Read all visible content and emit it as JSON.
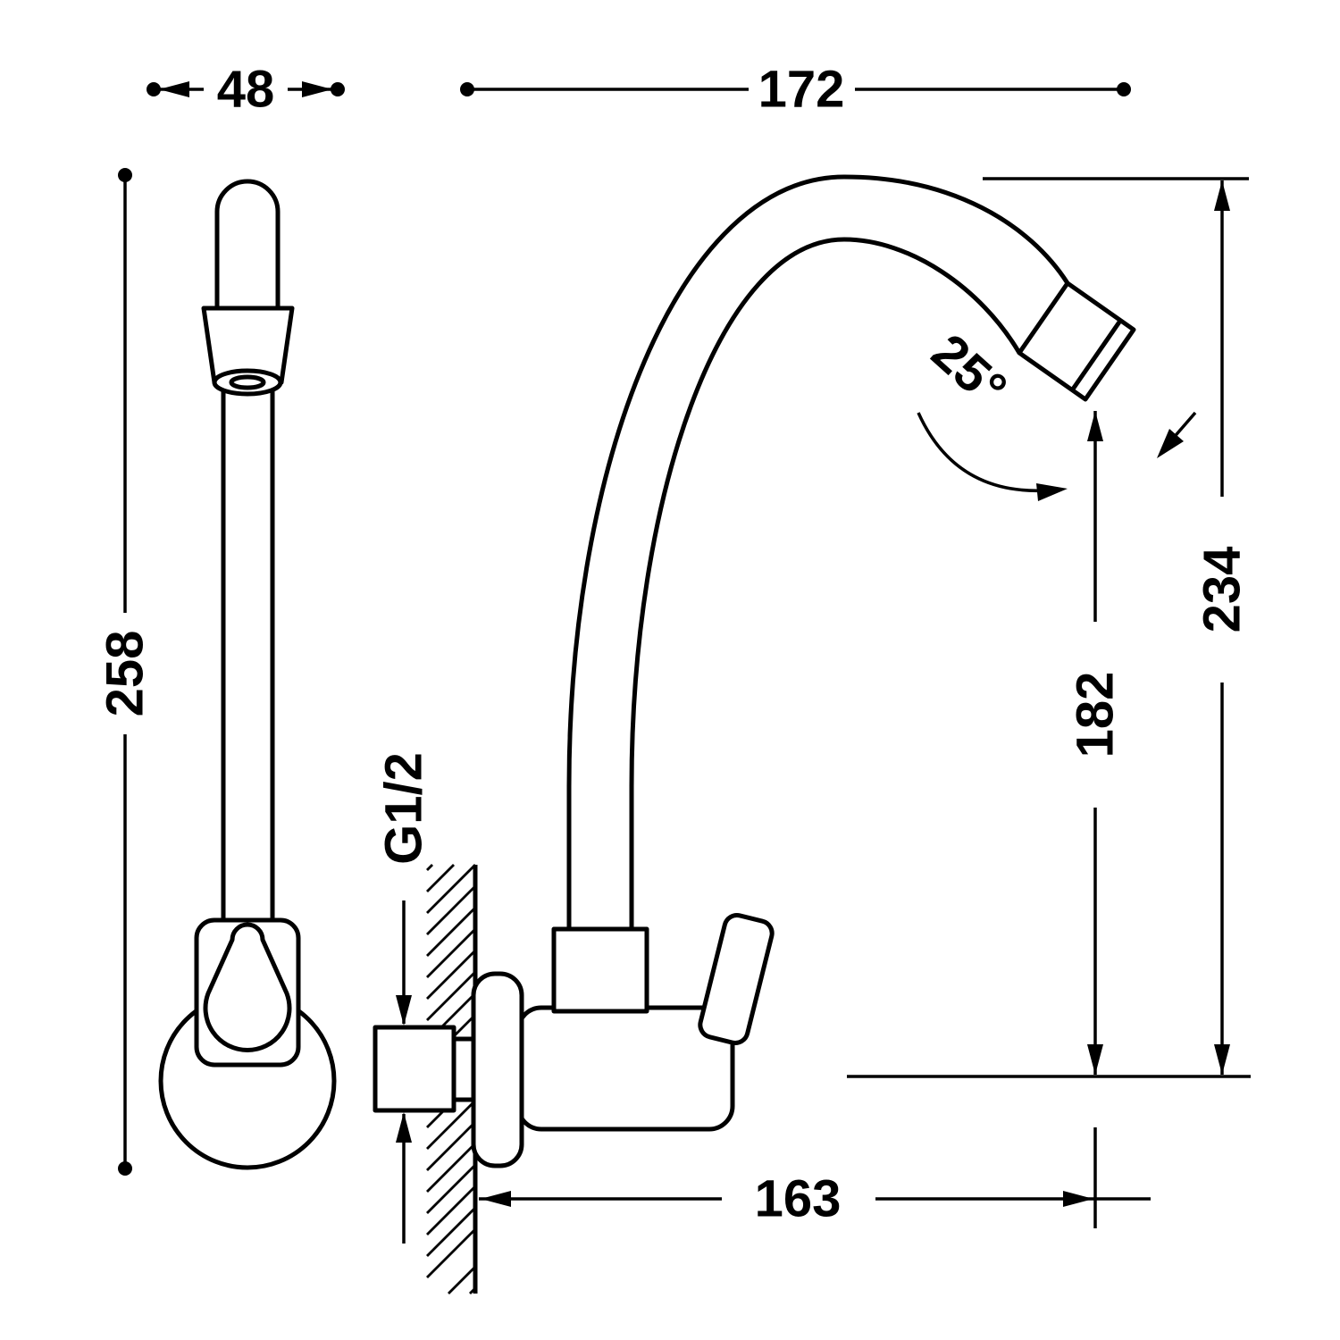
{
  "diagram": {
    "dimensions": {
      "front_width": "48",
      "front_height": "258",
      "top_reach": "172",
      "overall_height": "234",
      "spout_height": "182",
      "spout_reach": "163",
      "swivel_angle": "25°",
      "thread": "G1/2"
    },
    "colors": {
      "line_color": "#000000",
      "background_color": "#ffffff"
    }
  }
}
